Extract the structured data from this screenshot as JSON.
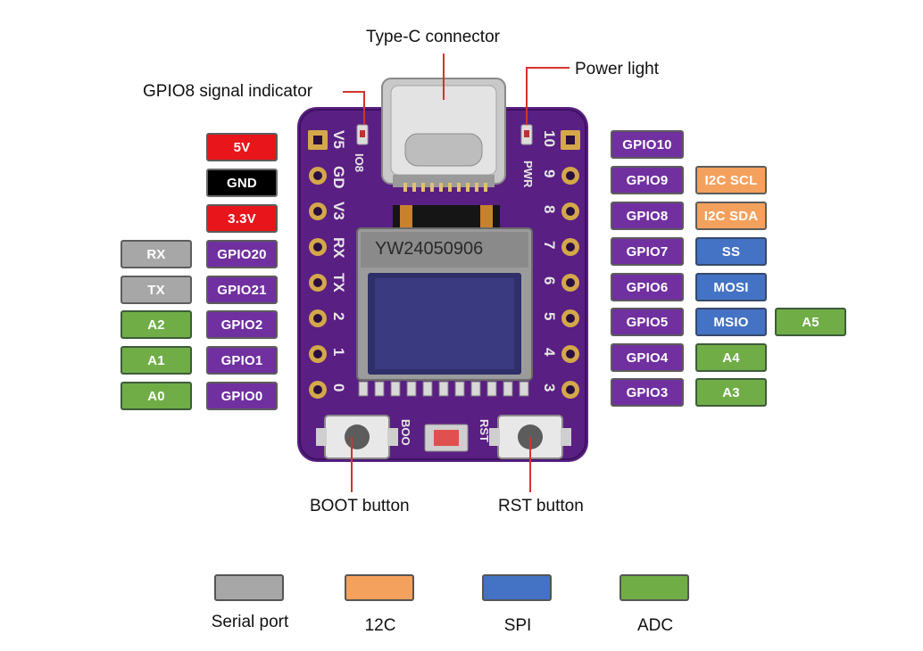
{
  "callouts": {
    "type_c": "Type-C connector",
    "power_light": "Power light",
    "gpio8_indicator": "GPIO8 signal indicator",
    "boot_button": "BOOT button",
    "rst_button": "RST button"
  },
  "board": {
    "silk_left": [
      "V5",
      "GD",
      "V3",
      "RX",
      "TX",
      "2",
      "1",
      "0"
    ],
    "silk_right": [
      "10",
      "9",
      "8",
      "7",
      "6",
      "5",
      "4",
      "3"
    ],
    "silk_io8": "IO8",
    "silk_pwr": "PWR",
    "silk_boo": "BOO",
    "silk_rst": "RST",
    "oled_text": "YW24050906"
  },
  "left_pins": {
    "power": [
      "5V",
      "GND",
      "3.3V"
    ],
    "gpio": [
      "GPIO20",
      "GPIO21",
      "GPIO2",
      "GPIO1",
      "GPIO0"
    ],
    "serial": [
      "RX",
      "TX"
    ],
    "adc": [
      "A2",
      "A1",
      "A0"
    ]
  },
  "right_pins": {
    "gpio": [
      "GPIO10",
      "GPIO9",
      "GPIO8",
      "GPIO7",
      "GPIO6",
      "GPIO5",
      "GPIO4",
      "GPIO3"
    ],
    "i2c": [
      "I2C SCL",
      "I2C SDA"
    ],
    "spi": [
      "SS",
      "MOSI",
      "MSIO"
    ],
    "adc": [
      "A4",
      "A3"
    ],
    "adc_extra": "A5"
  },
  "legend": [
    {
      "label": "Serial port",
      "color": "#a7a7a7"
    },
    {
      "label": "12C",
      "color": "#f4a15d"
    },
    {
      "label": "SPI",
      "color": "#4472c4"
    },
    {
      "label": "ADC",
      "color": "#70ad47"
    }
  ],
  "colors": {
    "board": "#5a1f82",
    "power": "#e8151b",
    "ground": "#000000",
    "gpio": "#7030a0",
    "serial": "#a7a7a7",
    "i2c": "#f4a15d",
    "spi": "#4472c4",
    "adc": "#70ad47",
    "leader": "#d1342c"
  }
}
